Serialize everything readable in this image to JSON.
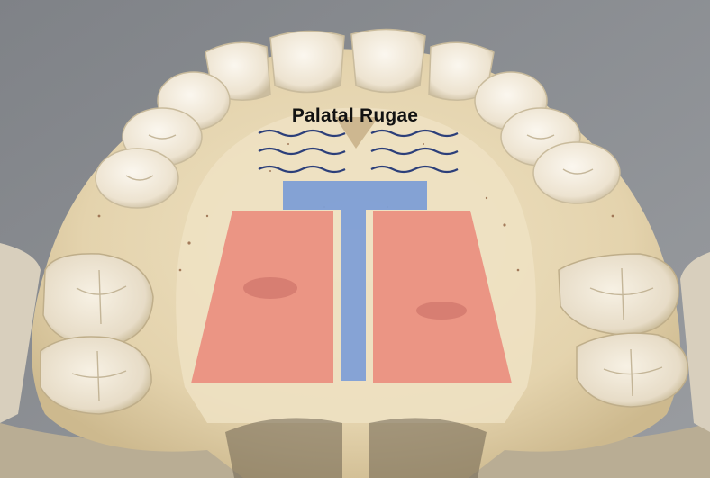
{
  "annotation": {
    "title": "Palatal Rugae"
  },
  "colors": {
    "background_gray": "#8b8e93",
    "bone": "#e9dcbc",
    "tooth": "#f3ece0",
    "rugae_lines": "#2c3f7a",
    "t_shape": "#7f9fd6",
    "palate_regions": "#ea8476"
  },
  "figure_elements": [
    "upper-dental-arch",
    "palatal-rugae-wavy-lines",
    "midline-t-overlay",
    "left-palatal-region",
    "right-palatal-region"
  ]
}
